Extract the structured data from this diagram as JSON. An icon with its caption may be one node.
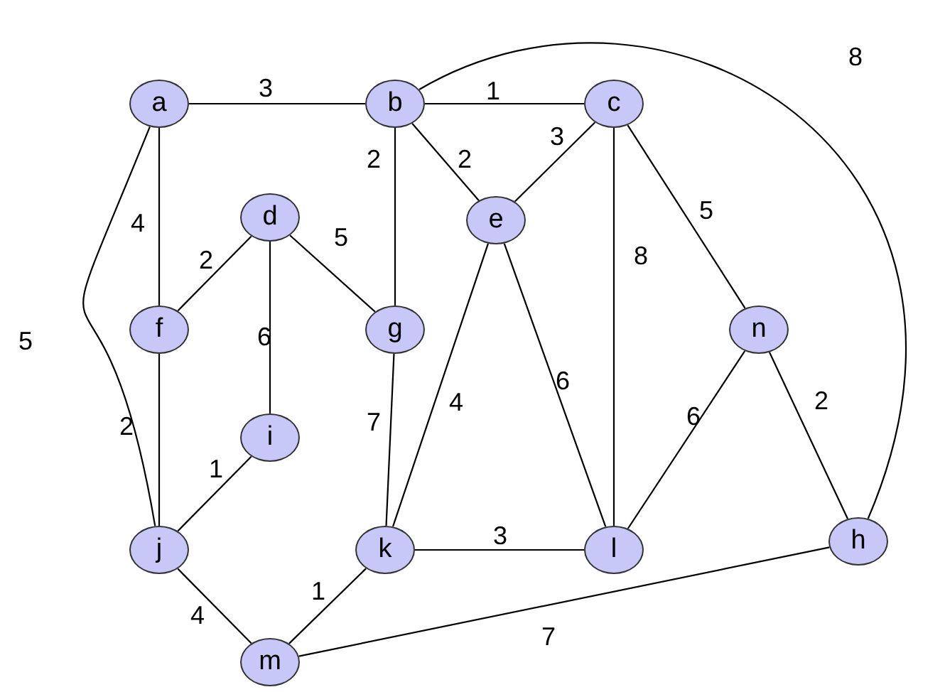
{
  "diagram": {
    "nodes": [
      {
        "text": [
          "a"
        ]
      },
      {
        "text": [
          "b"
        ]
      },
      {
        "text": [
          "c"
        ]
      },
      {
        "text": [
          "d"
        ]
      },
      {
        "text": [
          "e"
        ]
      },
      {
        "text": [
          "f"
        ]
      },
      {
        "text": [
          "g"
        ]
      },
      {
        "text": [
          "n"
        ]
      },
      {
        "text": [
          "i"
        ]
      },
      {
        "text": [
          "j"
        ]
      },
      {
        "text": [
          "k"
        ]
      },
      {
        "text": [
          "l"
        ]
      },
      {
        "text": [
          "h"
        ]
      },
      {
        "text": [
          "m"
        ]
      }
    ],
    "edges": [
      {
        "from": 0,
        "to": 1,
        "arrow": "none",
        "label": "3"
      },
      {
        "from": 1,
        "to": 2,
        "arrow": "none",
        "label": "1"
      },
      {
        "from": 0,
        "to": 5,
        "arrow": "none",
        "label": "4"
      },
      {
        "from": 0,
        "to": 9,
        "arrow": "none",
        "label": "5"
      },
      {
        "from": 1,
        "to": 6,
        "arrow": "none",
        "label": "2"
      },
      {
        "from": 1,
        "to": 4,
        "arrow": "none",
        "label": "2"
      },
      {
        "from": 2,
        "to": 4,
        "arrow": "none",
        "label": "3"
      },
      {
        "from": 2,
        "to": 11,
        "arrow": "none",
        "label": "8"
      },
      {
        "from": 2,
        "to": 7,
        "arrow": "none",
        "label": "5"
      },
      {
        "from": 3,
        "to": 5,
        "arrow": "none",
        "label": "2"
      },
      {
        "from": 3,
        "to": 6,
        "arrow": "none",
        "label": "5"
      },
      {
        "from": 3,
        "to": 8,
        "arrow": "none",
        "label": "6"
      },
      {
        "from": 5,
        "to": 9,
        "arrow": "none",
        "label": "2"
      },
      {
        "from": 8,
        "to": 9,
        "arrow": "none",
        "label": "1"
      },
      {
        "from": 6,
        "to": 10,
        "arrow": "none",
        "label": "7"
      },
      {
        "from": 4,
        "to": 10,
        "arrow": "none",
        "label": "4"
      },
      {
        "from": 4,
        "to": 11,
        "arrow": "none",
        "label": "6"
      },
      {
        "from": 10,
        "to": 11,
        "arrow": "none",
        "label": "3"
      },
      {
        "from": 7,
        "to": 11,
        "arrow": "none",
        "label": "6"
      },
      {
        "from": 7,
        "to": 12,
        "arrow": "none",
        "label": "2"
      },
      {
        "from": 1,
        "to": 12,
        "arrow": "none",
        "label": "8"
      },
      {
        "from": 9,
        "to": 13,
        "arrow": "none",
        "label": "4"
      },
      {
        "from": 10,
        "to": 13,
        "arrow": "none",
        "label": "1"
      },
      {
        "from": 13,
        "to": 12,
        "arrow": "none",
        "label": "7"
      }
    ]
  }
}
